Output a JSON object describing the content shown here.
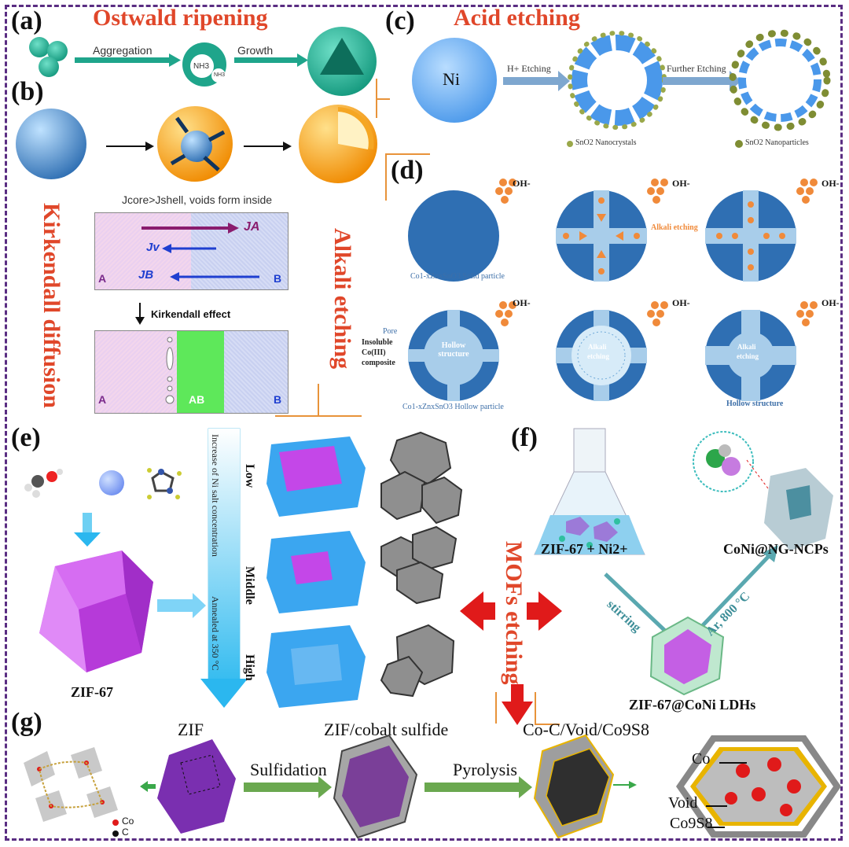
{
  "panels": {
    "a": {
      "label": "(a)",
      "title": "Ostwald ripening",
      "step1": "Aggregation",
      "step2": "Growth",
      "nh3_big": "NH3",
      "nh3_small": "NH3"
    },
    "b": {
      "label": "(b)",
      "caption": "Jcore>Jshell, voids form inside",
      "side_title": "Kirkendall diffusion",
      "ja": "JA",
      "jv": "Jv",
      "jb": "JB",
      "region_a": "A",
      "region_b": "B",
      "effect": "Kirkendall effect",
      "region_a2": "A",
      "region_ab": "AB",
      "region_b2": "B"
    },
    "c": {
      "label": "(c)",
      "title": "Acid etching",
      "core": "Ni",
      "step1": "H+ Etching",
      "step2": "Further Etching",
      "legend1": "SnO2 Nanocrystals",
      "legend2": "SnO2 Nanoparticles"
    },
    "d": {
      "label": "(d)",
      "side_title": "Alkali etching",
      "oh": "OH-",
      "alkali_etching": "Alkali etching",
      "solid_particle": "Co1-xZnxSnO3 Solid particle",
      "pore": "Pore",
      "insoluble": "Insoluble",
      "co3": "Co(III)",
      "composite": "composite",
      "hollow_structure_inner": "Hollow structure",
      "hollow_particle": "Co1-xZnxSnO3 Hollow particle",
      "alkali_inner1": "Alkali",
      "alkali_inner2": "etching",
      "alkali_inner3": "Alkali",
      "alkali_inner4": "etching",
      "hollow_structure": "Hollow structure"
    },
    "e": {
      "label": "(e)",
      "zif": "ZIF-67",
      "axis_text": "Increase of Ni salt concentration",
      "anneal_text": "Annealed at 350 °C",
      "low": "Low",
      "middle": "Middle",
      "high": "High",
      "side_title": "MOFs etching"
    },
    "f": {
      "label": "(f)",
      "reactant": "ZIF-67 + Ni2+",
      "product": "CoNi@NG-NCPs",
      "stirring": "stirring",
      "condition": "Ar, 800 °C",
      "intermediate": "ZIF-67@CoNi LDHs"
    },
    "g": {
      "label": "(g)",
      "zif": "ZIF",
      "zif_cs": "ZIF/cobalt sulfide",
      "final": "Co-C/Void/Co9S8",
      "sulfidation": "Sulfidation",
      "pyrolysis": "Pyrolysis",
      "legend_co": "Co",
      "legend_c": "C",
      "co": "Co",
      "void": "Void",
      "co9s8": "Co9S8"
    }
  },
  "colors": {
    "frame": "#5a2d82",
    "title_red": "#e0472a",
    "teal": "#1fa58b",
    "blue_particle": "#2f6fb3",
    "orange_shell": "#f5a623",
    "magenta": "#c447e8",
    "zif_purple": "#7a2fb0",
    "arrow_green": "#6aa84f"
  }
}
